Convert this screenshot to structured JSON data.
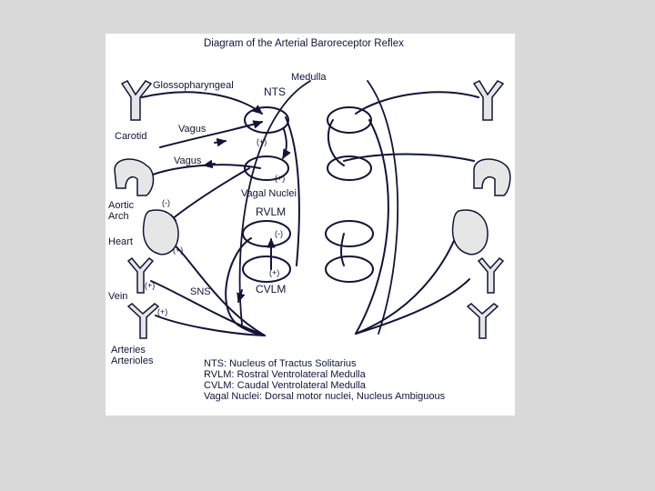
{
  "title": "Diagram of the Arterial Baroreceptor Reflex",
  "labels": {
    "medulla": "Medulla",
    "nts": "NTS",
    "glossopharyngeal": "Glossopharyngeal",
    "vagus_upper": "Vagus",
    "vagus_lower": "Vagus",
    "carotid": "Carotid",
    "vagal_nuclei": "Vagal Nuclei",
    "rvlm": "RVLM",
    "cvlm": "CVLM",
    "aortic_arch": "Aortic\nArch",
    "heart": "Heart",
    "vein": "Vein",
    "sns": "SNS",
    "arteries": "Arteries\nArterioles"
  },
  "signs": {
    "nts_plus": "(+)",
    "vagal_plus": "(+)",
    "rvlm_minus": "(-)",
    "cvlm_plus": "(+)",
    "aortic_minus": "(-)",
    "heart_plus": "(+)",
    "vein_plus": "(+)",
    "arteries_plus": "(+)"
  },
  "legend": [
    "NTS: Nucleus of Tractus Solitarius",
    "RVLM: Rostral Ventrolateral Medulla",
    "CVLM: Caudal Ventrolateral Medulla",
    "Vagal Nuclei: Dorsal motor nuclei, Nucleus Ambiguous"
  ],
  "colors": {
    "ink": "#12143a",
    "background": "#d9d9d9",
    "panel": "#ffffff",
    "organ_fill": "#e6e6e6"
  }
}
